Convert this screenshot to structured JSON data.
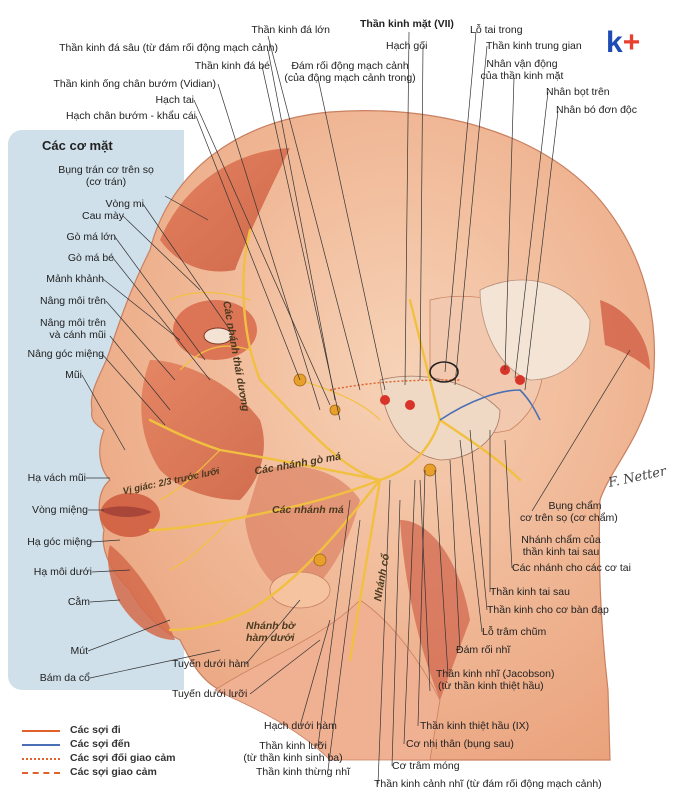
{
  "panel_title": "Các cơ mặt",
  "brand": {
    "k": "k",
    "plus": "+"
  },
  "signature": "F. Netter",
  "top_labels": [
    "Thần kinh đá lớn",
    "Thần kinh đá sâu (từ đám rối động mạch cảnh)",
    "Thần kinh đá bé",
    "Thần kinh ống chân bướm (Vidian)",
    "Hạch tai",
    "Hạch chân bướm - khẩu cái",
    "Đám rối động mạch cảnh",
    "(của động mạch cảnh trong)",
    "Thần kinh mặt (VII)",
    "Hạch gối",
    "Lỗ tai trong",
    "Thần kinh trung gian",
    "Nhân vận động",
    "của thần kinh mặt",
    "Nhân bọt trên",
    "Nhân bó đơn độc"
  ],
  "muscle_labels": [
    "Bụng trán cơ trên sọ",
    "(cơ trán)",
    "Vòng mi",
    "Cau mày",
    "Gò má lớn",
    "Gò má bé",
    "Mảnh khảnh",
    "Nâng môi trên",
    "Nâng môi trên",
    "và cánh mũi",
    "Nâng góc miệng",
    "Mũi",
    "Hạ vách mũi",
    "Vòng miệng",
    "Hạ góc miệng",
    "Hạ môi dưới",
    "Cằm",
    "Mút",
    "Bám da cổ"
  ],
  "branch_labels": [
    "Các nhánh thái dương",
    "Các nhánh gò má",
    "Các nhánh má",
    "Vị giác: 2/3 trước lưỡi",
    "Nhánh bờ",
    "hàm dưới",
    "Nhánh cổ"
  ],
  "right_labels": [
    "Bụng chẩm",
    "cơ trên sọ (cơ chẩm)",
    "Nhánh chẩm của",
    "thần kinh tai sau",
    "Các nhánh cho các cơ tai",
    "Thần kinh tai sau",
    "Thần kinh cho cơ bàn đạp",
    "Lỗ trâm chũm",
    "Đám rối nhĩ",
    "Thần kinh nhĩ (Jacobson)",
    "(từ thần kinh thiệt hầu)",
    "Thần kinh thiệt hầu (IX)",
    "Cơ nhị thân (bụng sau)",
    "Cơ trâm móng",
    "Thần kinh cảnh nhĩ (từ đám rối động mạch cảnh)"
  ],
  "bottom_labels": [
    "Tuyến dưới hàm",
    "Tuyến dưới lưỡi",
    "Hạch dưới hàm",
    "Thần kinh lưỡi",
    "(từ thần kinh sinh ba)",
    "Thần kinh thừng nhĩ"
  ],
  "legend": [
    {
      "label": "Các sợi đi",
      "color": "#e0622a",
      "style": "solid"
    },
    {
      "label": "Các sợi đến",
      "color": "#4a6fb5",
      "style": "solid"
    },
    {
      "label": "Các sợi đối giao cảm",
      "color": "#e0622a",
      "style": "dotted"
    },
    {
      "label": "Các sợi giao cảm",
      "color": "#e0622a",
      "style": "dashed"
    }
  ]
}
